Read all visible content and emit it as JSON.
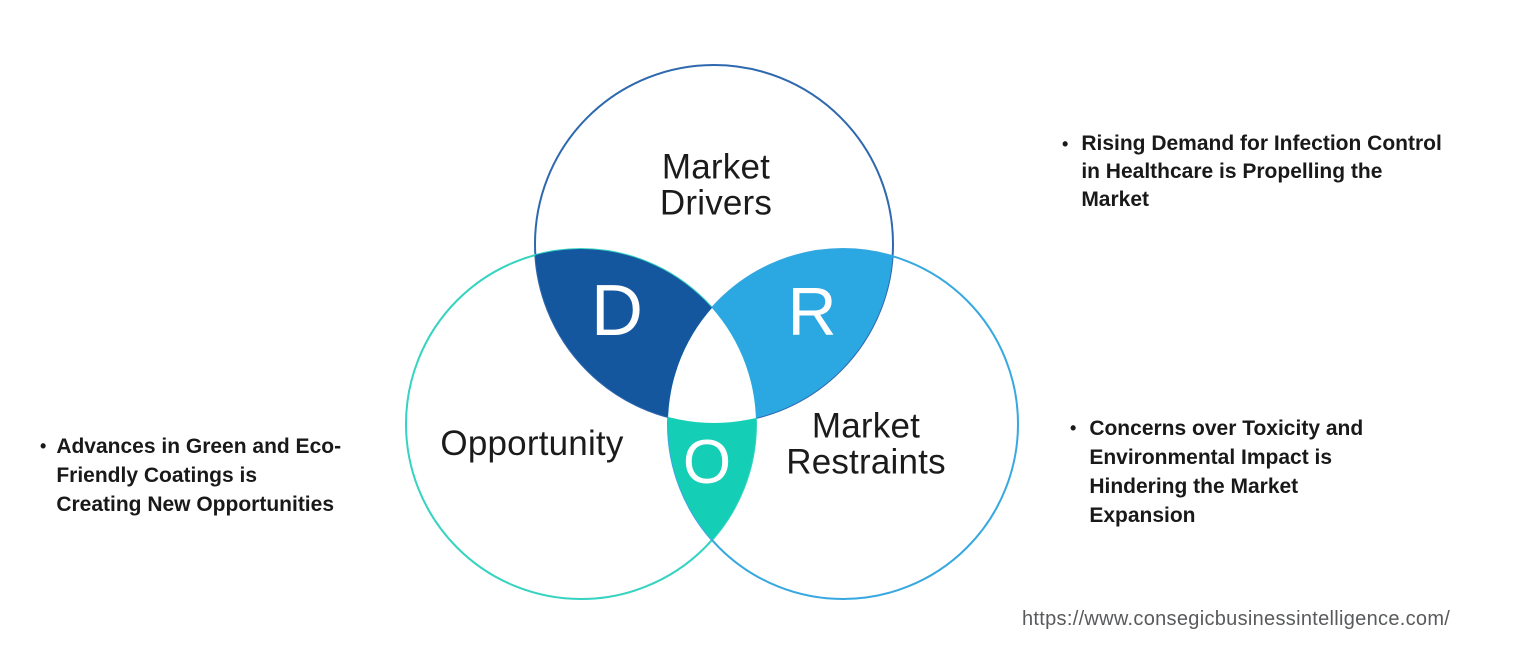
{
  "diagram": {
    "drivers": {
      "label": "Market\nDrivers",
      "letter": "D"
    },
    "opportunity": {
      "label": "Opportunity",
      "letter": "O"
    },
    "restraints": {
      "label": "Market\nRestraints",
      "letter": "R"
    },
    "colors": {
      "drivers_stroke": "#2E68AF",
      "opportunity_stroke": "#35D3C0",
      "restraints_stroke": "#38A8E1",
      "drivers_overlap_fill": "#15579F",
      "restraints_overlap_fill": "#2BA7E2",
      "opportunity_overlap_fill": "#15CEB6",
      "center_fill": "#FFFFFF"
    }
  },
  "notes": {
    "left": {
      "marker": "•",
      "text": "Advances in Green and Eco-\nFriendly Coatings is\nCreating New Opportunities"
    },
    "top_right": {
      "marker": "•",
      "text": "Rising Demand for Infection Control\nin Healthcare is Propelling the\nMarket"
    },
    "bottom_right": {
      "marker": "•",
      "text": "Concerns over Toxicity and\nEnvironmental Impact is\nHindering the Market\nExpansion"
    }
  },
  "footer": {
    "url": "https://www.consegicbusinessintelligence.com/"
  }
}
